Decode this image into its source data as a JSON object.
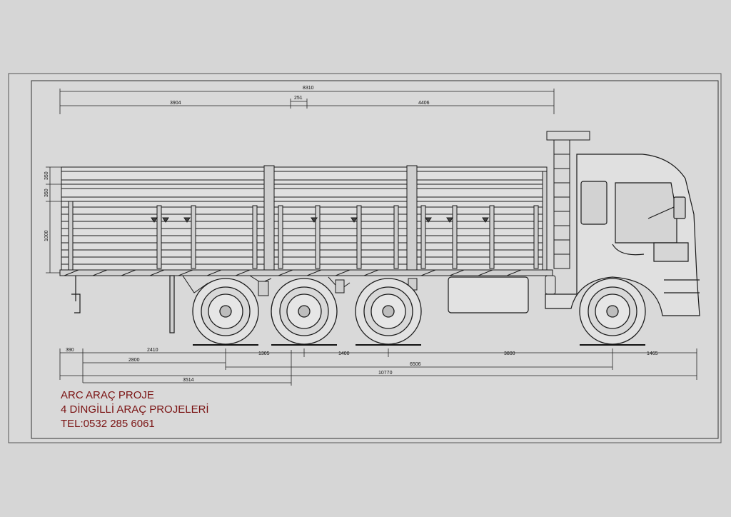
{
  "colors": {
    "background": "#d6d6d6",
    "line": "#1a1a1a",
    "caption": "#7a1212"
  },
  "dimensions": {
    "total_length_top": "8310",
    "rear_body": "3904",
    "gap": "251",
    "front_body": "4406",
    "side_height_1": "350",
    "side_height_2": "350",
    "side_height_3": "1000",
    "rear_overhang": "390",
    "rear_axle_span": "2410",
    "axle_ref": "2800",
    "axle_1305": "1305",
    "axle_1400": "1400",
    "wheelbase_3800": "3800",
    "wheelbase_6506": "6506",
    "front_overhang": "1465",
    "overall_length": "10770",
    "ref_3514": "3514"
  },
  "caption": {
    "line1": "ARC ARAÇ PROJE",
    "line2": "4 DİNGİLLİ ARAÇ PROJELERİ",
    "line3": "TEL:0532 285 6061"
  }
}
